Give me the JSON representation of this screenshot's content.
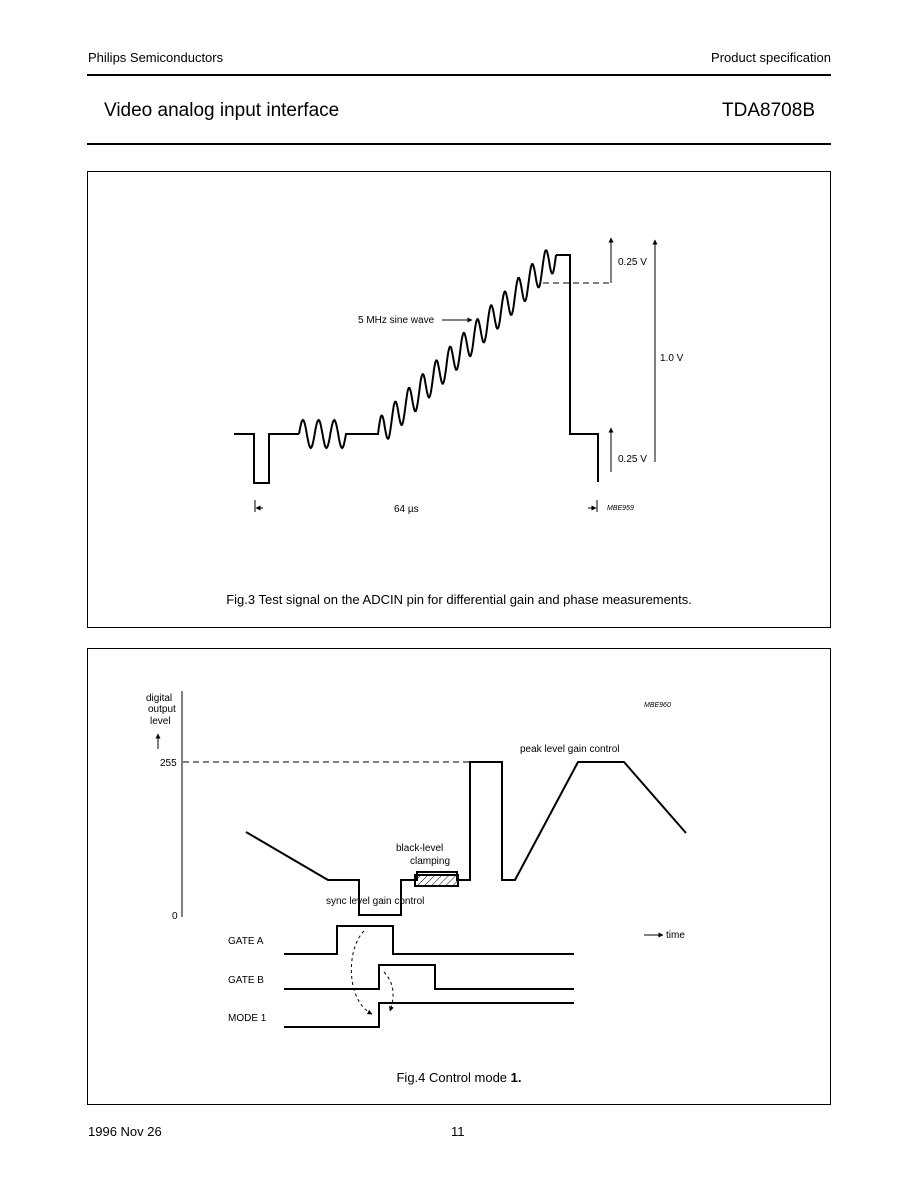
{
  "header": {
    "company": "Philips Semiconductors",
    "doc_type": "Product specification",
    "title": "Video analog input interface",
    "part_number": "TDA8708B"
  },
  "fig3": {
    "caption": "Fig.3  Test signal on the ADCIN pin for differential gain and phase measurements.",
    "labels": {
      "sine": "5 MHz sine wave",
      "top_025": "0.25 V",
      "total": "1.0 V",
      "bottom_025": "0.25 V",
      "period": "64 µs",
      "code": "MBE959"
    }
  },
  "fig4": {
    "caption_prefix": "Fig.4  Control mode ",
    "caption_bold": "1.",
    "labels": {
      "y_axis_line1": "digital",
      "y_axis_line2": "output",
      "y_axis_line3": "level",
      "y_255": "255",
      "y_0": "0",
      "peak": "peak level gain control",
      "black1": "black-level",
      "black2": "clamping",
      "sync": "sync level gain control",
      "time": "time",
      "gate_a": "GATE A",
      "gate_b": "GATE B",
      "mode_1": "MODE 1",
      "code": "MBE960"
    }
  },
  "footer": {
    "date": "1996 Nov 26",
    "page": "11"
  }
}
